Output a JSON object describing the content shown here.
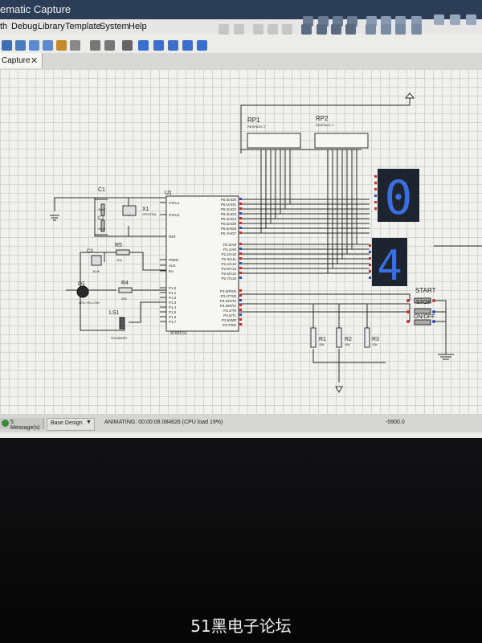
{
  "window": {
    "title": "ematic Capture"
  },
  "menu": {
    "items": [
      "th",
      "Debug",
      "Library",
      "Template",
      "System",
      "Help"
    ]
  },
  "tab": {
    "label": "Capture",
    "close": "✕"
  },
  "schematic": {
    "mcu": {
      "ref": "U1",
      "part": "AT89C51",
      "left_pins": [
        "XTAL1",
        "XTAL2",
        "RST",
        "PSEN",
        "ALE",
        "EA",
        "P1.0",
        "P1.1",
        "P1.2",
        "P1.3",
        "P1.4",
        "P1.5",
        "P1.6",
        "P1.7"
      ],
      "right_pins": [
        "P0.0/AD0",
        "P0.1/AD1",
        "P0.2/AD2",
        "P0.3/AD3",
        "P0.4/AD4",
        "P0.5/AD5",
        "P0.6/AD6",
        "P0.7/AD7",
        "P2.0/A8",
        "P2.1/A9",
        "P2.2/A10",
        "P2.3/A11",
        "P2.4/A12",
        "P2.5/A13",
        "P2.6/A14",
        "P2.7/A15",
        "P3.0/RXD",
        "P3.1/TXD",
        "P3.2/INT0",
        "P3.3/INT1",
        "P3.4/T0",
        "P3.5/T1",
        "P3.6/WR",
        "P3.7/RD"
      ]
    },
    "components": {
      "c1": "C1",
      "c1_value": "30pF",
      "c2": "C2",
      "c2_value": "30pF",
      "x1": "X1",
      "x1_value": "CRYSTAL",
      "r5": "R5",
      "r5_value": "10k",
      "c3": "C3",
      "c3_value": "10uF",
      "d1": "D1",
      "d1_value": "LED-YELLOW",
      "r4": "R4",
      "r4_value": "200",
      "ls1": "LS1",
      "ls1_value": "SOUNDER",
      "rp1": "RP1",
      "rp1_value": "RESPACK-7",
      "rp2": "RP2",
      "rp2_value": "RESPACK-7",
      "r1": "R1",
      "r1_value": "10k",
      "r2": "R2",
      "r2_value": "10k",
      "r3": "R3",
      "r3_value": "10k",
      "start": "START",
      "stop": "STOP",
      "onoff": "ON/OFF"
    },
    "displays": {
      "digit1": "0",
      "digit2": "4",
      "segment_color": "#3a6fe0",
      "body_color": "#1d2430"
    }
  },
  "status": {
    "messages": "5 Message(s)",
    "design": "Base Design",
    "animating": "ANIMATING: 00:00:08.084626 (CPU load 19%)",
    "coordinate": "-5900.0"
  },
  "watermark": "51黑电子论坛",
  "colors": {
    "title_bar": "#2c3e57",
    "wire": "#2a2a2a",
    "pin_red": "#c33030",
    "pin_blue": "#3050c0"
  }
}
